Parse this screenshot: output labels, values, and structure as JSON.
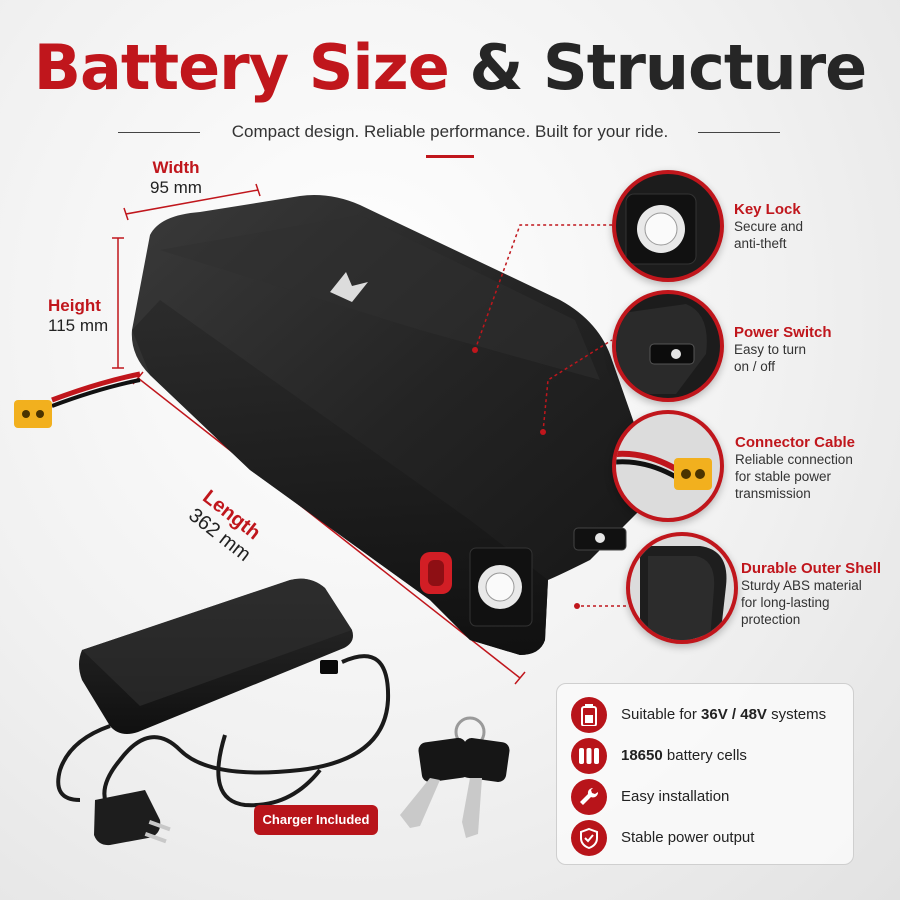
{
  "header": {
    "title_part1": "Battery Size",
    "title_part2": "& Structure",
    "subtitle": "Compact design.  Reliable performance. Built for your ride."
  },
  "dimensions": {
    "width": {
      "label": "Width",
      "value": "95 mm"
    },
    "height": {
      "label": "Height",
      "value": "115 mm"
    },
    "length": {
      "label": "Length",
      "value": "362 mm"
    }
  },
  "callouts": [
    {
      "title": "Key Lock",
      "desc": [
        "Secure and",
        "anti-theft"
      ]
    },
    {
      "title": "Power Switch",
      "desc": [
        "Easy to turn",
        "on / off"
      ]
    },
    {
      "title": "Connector Cable",
      "desc": [
        "Reliable connection",
        "for stable power",
        "transmission"
      ]
    },
    {
      "title": "Durable Outer Shell",
      "desc": [
        "Sturdy ABS material",
        "for long-lasting",
        "protection"
      ]
    }
  ],
  "features": [
    {
      "icon": "battery-icon",
      "pre": "Suitable for ",
      "bold": "36V / 48V",
      "post": " systems"
    },
    {
      "icon": "cells-icon",
      "pre": "",
      "bold": "18650",
      "post": " battery cells"
    },
    {
      "icon": "wrench-icon",
      "pre": "Easy installation",
      "bold": "",
      "post": ""
    },
    {
      "icon": "shield-icon",
      "pre": "Stable power output",
      "bold": "",
      "post": ""
    }
  ],
  "badge": "Charger Included",
  "colors": {
    "accent": "#c0161c",
    "battery": "#1e1e1e",
    "connector": "#f2b01e"
  }
}
